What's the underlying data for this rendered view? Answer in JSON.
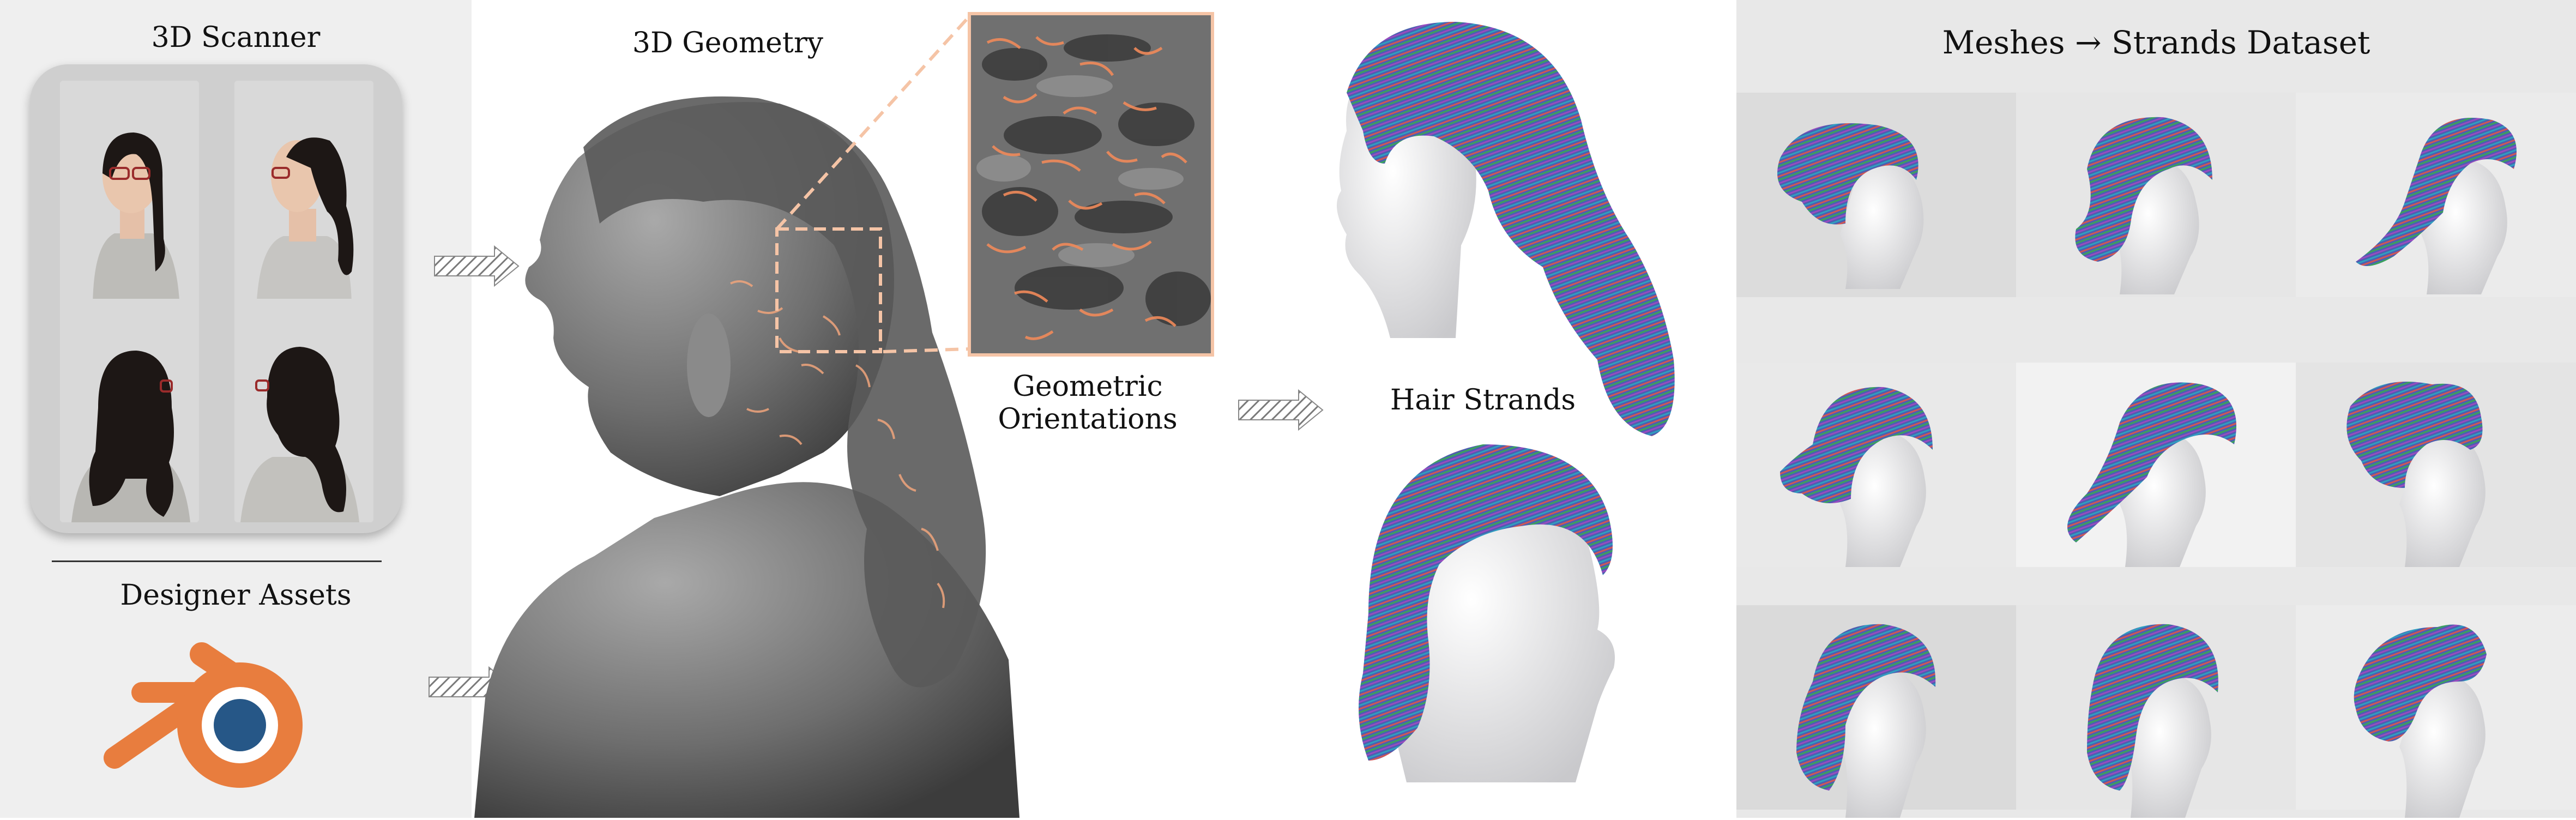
{
  "left": {
    "scanner_title": "3D Scanner",
    "designer_title": "Designer Assets"
  },
  "middle": {
    "geometry_title": "3D Geometry",
    "orientations_title": "Geometric\nOrientations"
  },
  "strands": {
    "title": "Hair Strands"
  },
  "right": {
    "title": "Meshes → Strands Dataset"
  },
  "colors": {
    "accent_orange": "#f0a57c",
    "blender_orange": "#e87d3e",
    "blender_blue": "#265787",
    "hair_dark": "#1d1715"
  },
  "icons": [
    "blender-logo-icon",
    "hatched-arrow-icon"
  ]
}
